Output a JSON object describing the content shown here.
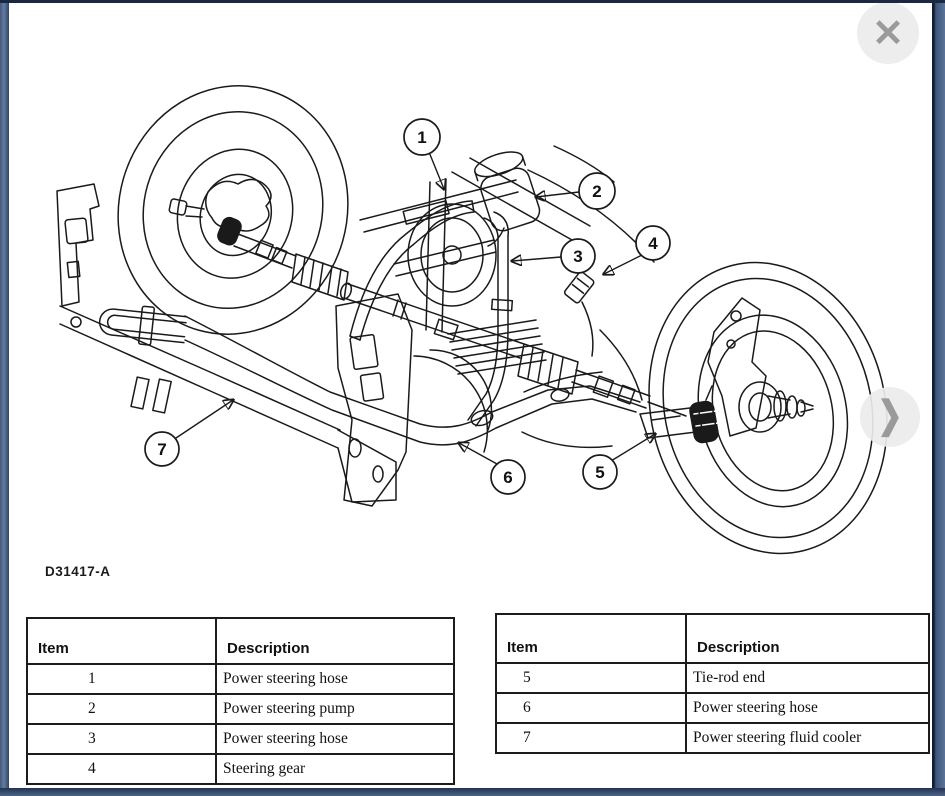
{
  "viewer": {
    "close_icon_glyph": "✕",
    "next_icon_glyph": "❯"
  },
  "figure": {
    "code": "D31417-A",
    "callouts": [
      {
        "label": "1"
      },
      {
        "label": "2"
      },
      {
        "label": "3"
      },
      {
        "label": "4"
      },
      {
        "label": "5"
      },
      {
        "label": "6"
      },
      {
        "label": "7"
      }
    ]
  },
  "tables": [
    {
      "headers": [
        "Item",
        "Description"
      ],
      "rows": [
        [
          "1",
          "Power steering hose"
        ],
        [
          "2",
          "Power steering pump"
        ],
        [
          "3",
          "Power steering hose"
        ],
        [
          "4",
          "Steering gear"
        ]
      ]
    },
    {
      "headers": [
        "Item",
        "Description"
      ],
      "rows": [
        [
          "5",
          "Tie-rod end"
        ],
        [
          "6",
          "Power steering hose"
        ],
        [
          "7",
          "Power steering fluid cooler"
        ]
      ]
    }
  ]
}
